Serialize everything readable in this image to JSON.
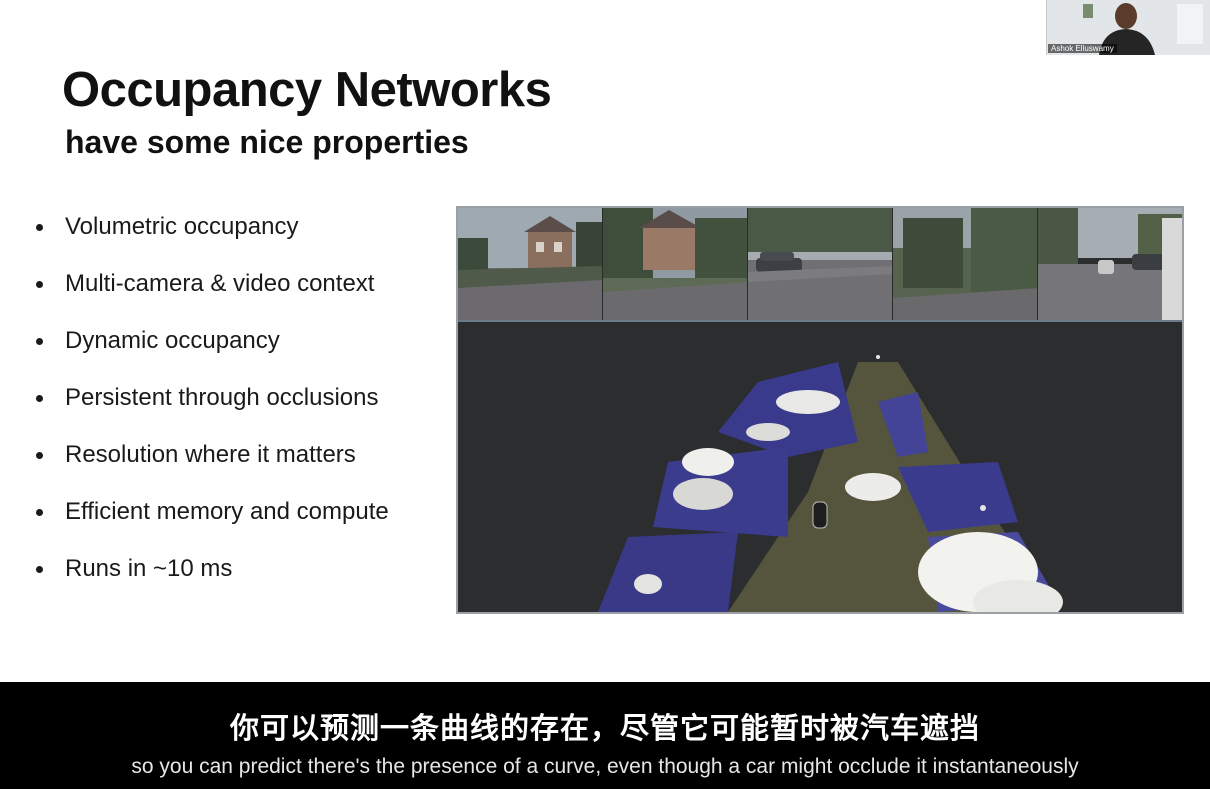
{
  "slide": {
    "title": "Occupancy Networks",
    "subtitle": "have some nice properties",
    "bullets": [
      "Volumetric occupancy",
      "Multi-camera & video context",
      "Dynamic occupancy",
      "Persistent through occlusions",
      "Resolution where it matters",
      "Efficient memory and compute",
      "Runs in ~10 ms"
    ]
  },
  "speaker": {
    "name": "Ashok Elluswamy"
  },
  "subtitles": {
    "zh": "你可以预测一条曲线的存在，尽管它可能暂时被汽车遮挡",
    "en": "so you can predict there's the presence of a curve, even though a car might occlude it instantaneously"
  },
  "colors": {
    "occupancy_blue": "#3a3a8c",
    "occupancy_white": "#f0f0ec",
    "road": "#55553e",
    "video_bg": "#2b2d2f"
  }
}
